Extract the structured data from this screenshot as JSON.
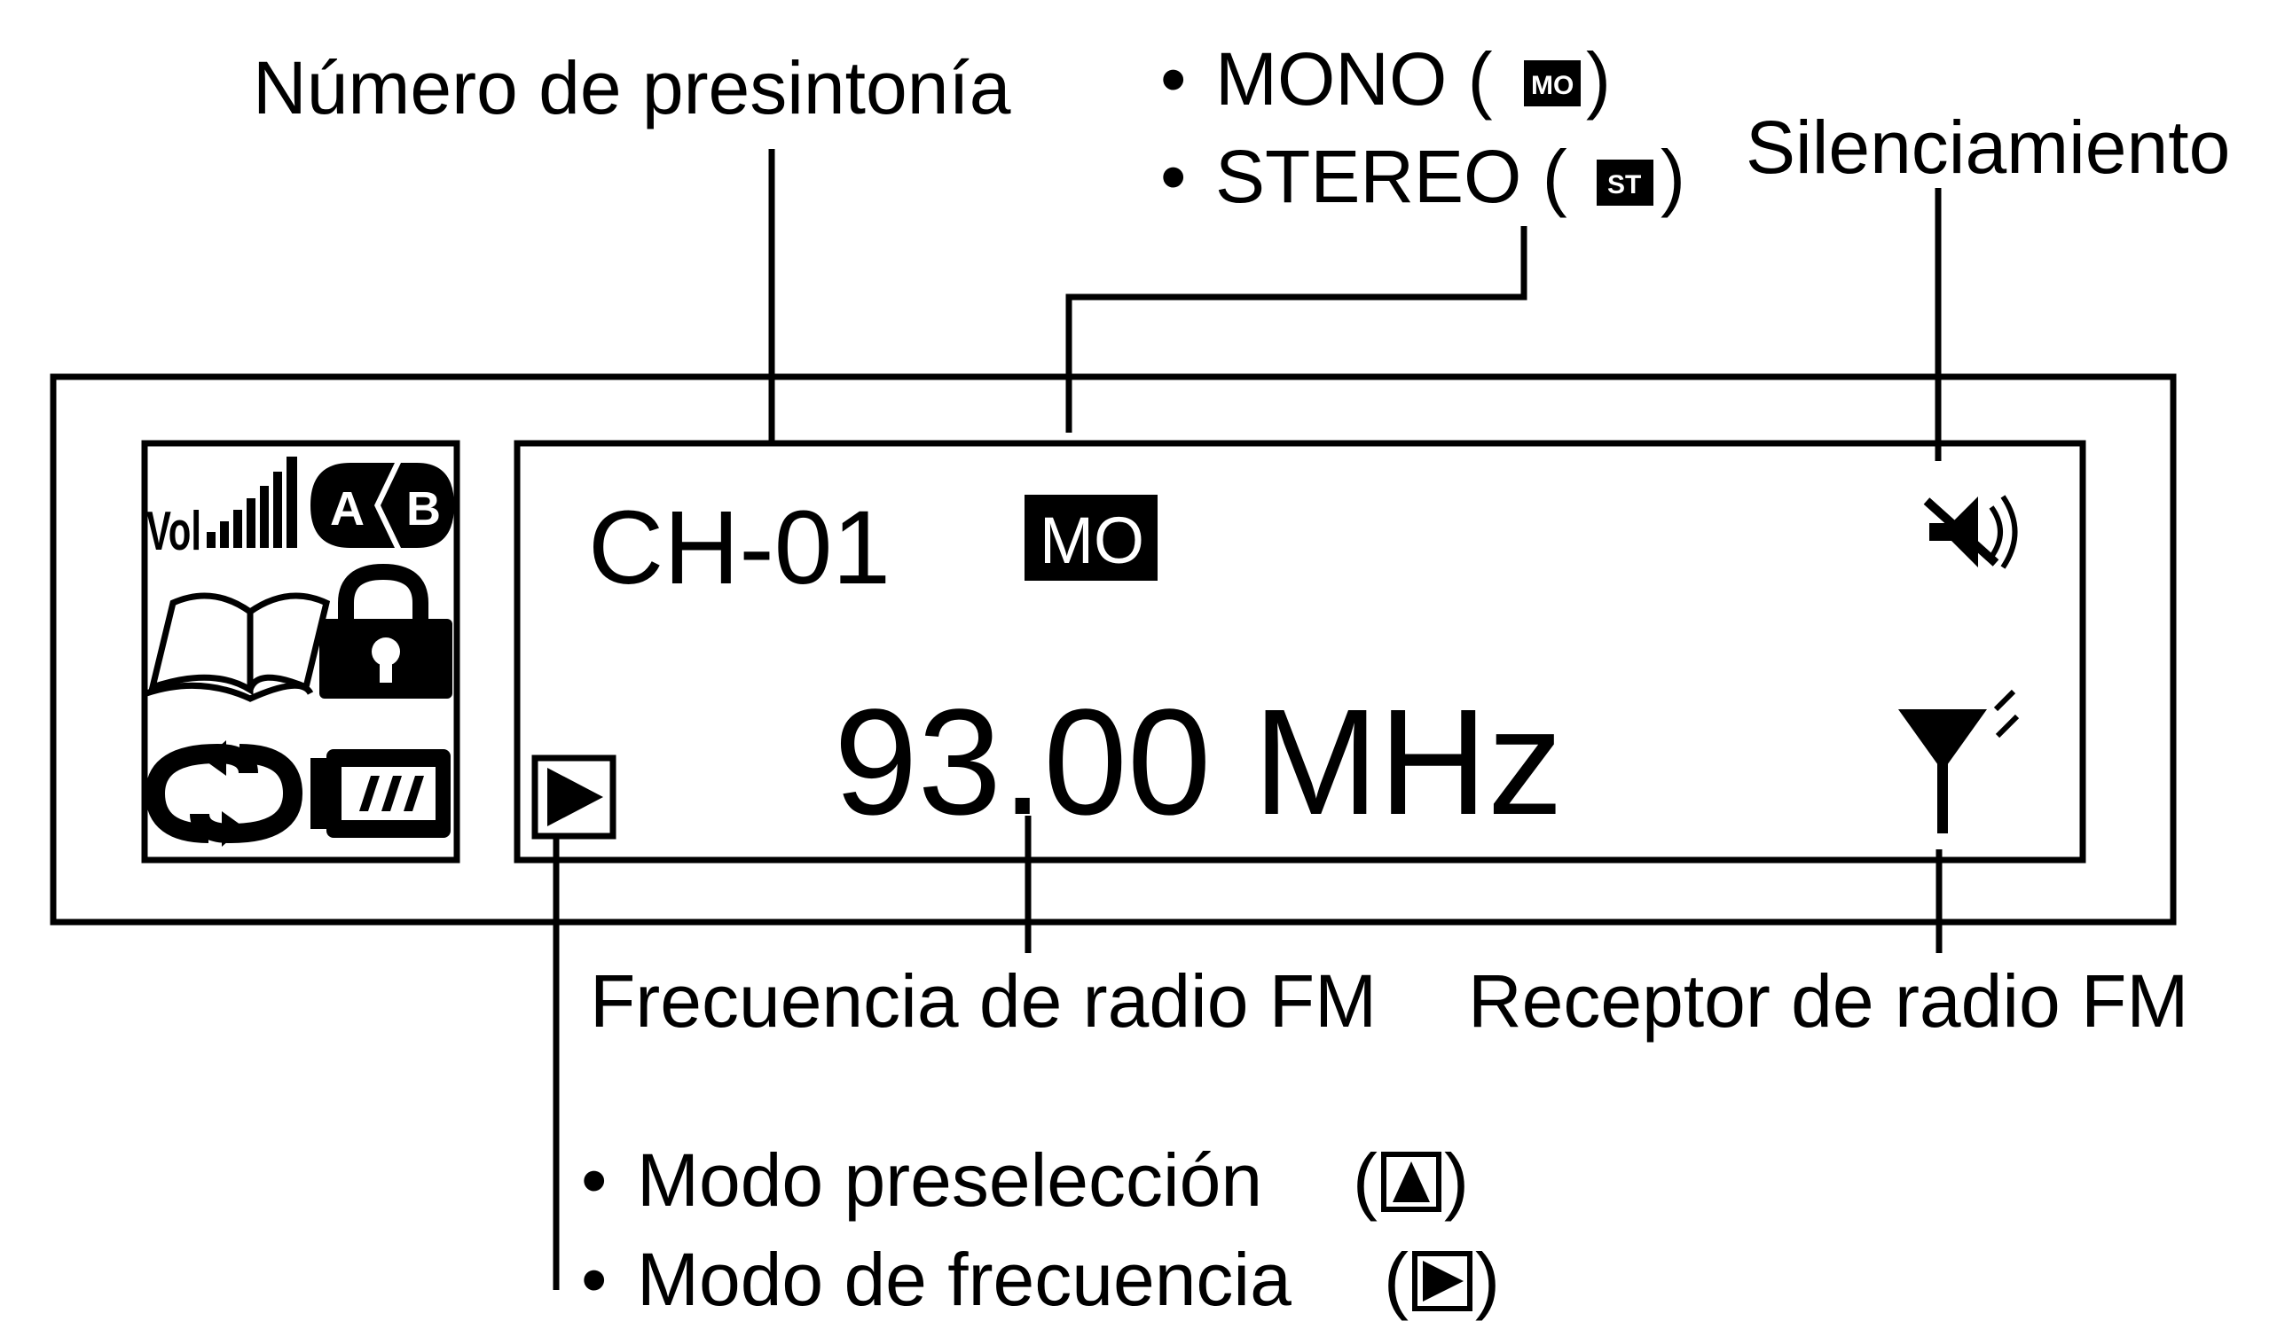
{
  "labels": {
    "preset_number": "Número de presintonía",
    "mono": "MONO (",
    "mono_close": ")",
    "mono_badge": "MO",
    "stereo": "STEREO (",
    "stereo_close": ")",
    "stereo_badge": "ST",
    "mute": "Silenciamiento",
    "fm_frequency": "Frecuencia de radio FM",
    "fm_receiver": "Receptor de radio FM",
    "preset_mode": "Modo preselección",
    "frequency_mode": "Modo de frecuencia",
    "paren_open": "(",
    "paren_close": ")",
    "bullet": "•"
  },
  "display": {
    "channel": "CH-01",
    "mode_badge": "MO",
    "frequency": "93.00 MHz",
    "volume_label": "Vol",
    "repeat_a": "A",
    "repeat_b": "B"
  },
  "icons": {
    "mute": "mute-speaker-icon",
    "antenna": "antenna-signal-icon",
    "play": "play-triangle-icon",
    "preset_up": "up-triangle-icon",
    "volume": "volume-bars-icon",
    "ab_repeat": "ab-repeat-icon",
    "book": "book-icon",
    "lock": "lock-icon",
    "repeat": "repeat-arrows-icon",
    "battery": "battery-icon"
  }
}
